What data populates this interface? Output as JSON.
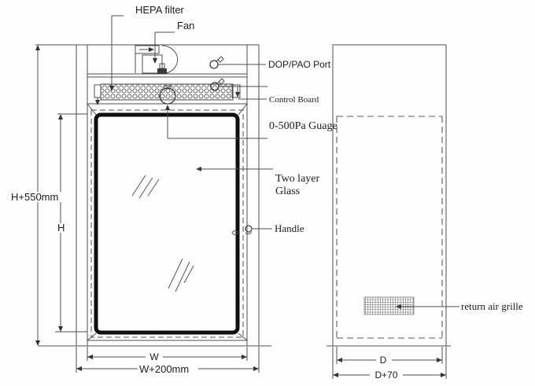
{
  "drawing": {
    "labels": {
      "hepa_filter": "HEPA filter",
      "fan": "Fan",
      "dop_pao_port": "DOP/PAO Port",
      "control_board": "Control Board",
      "gauge": "0-500Pa Guage",
      "glass_line1": "Two layer",
      "glass_line2": "Glass",
      "handle": "Handle",
      "return_air_grille": "return air grille"
    },
    "dimensions": {
      "height_overall": "H+550mm",
      "height_inner": "H",
      "width_inner": "W",
      "width_overall": "W+200mm",
      "depth_inner": "D",
      "depth_overall": "D+70"
    },
    "colors": {
      "line": "#4d4d4d",
      "door_frame": "#101010",
      "background": "#fefefe",
      "text": "#1c1c1c"
    }
  }
}
